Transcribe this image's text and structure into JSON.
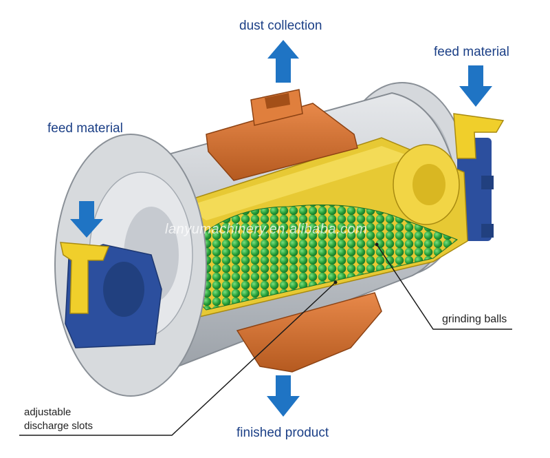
{
  "labels": {
    "dust_collection": "dust collection",
    "feed_material_right": "feed material",
    "feed_material_left": "feed material",
    "grinding_balls": "grinding balls",
    "adjustable_line1": "adjustable",
    "adjustable_line2": "discharge slots",
    "finished_product": "finished product"
  },
  "watermark": "lanyumachinery.en.alibaba.com",
  "colors": {
    "arrow": "#1f74c4",
    "shell": "#c9ccd1",
    "liner": "#e7c934",
    "balls": "#2fae3f",
    "hood": "#d46f2c",
    "bearing": "#2c4f9e",
    "text": "#1b3f86"
  }
}
